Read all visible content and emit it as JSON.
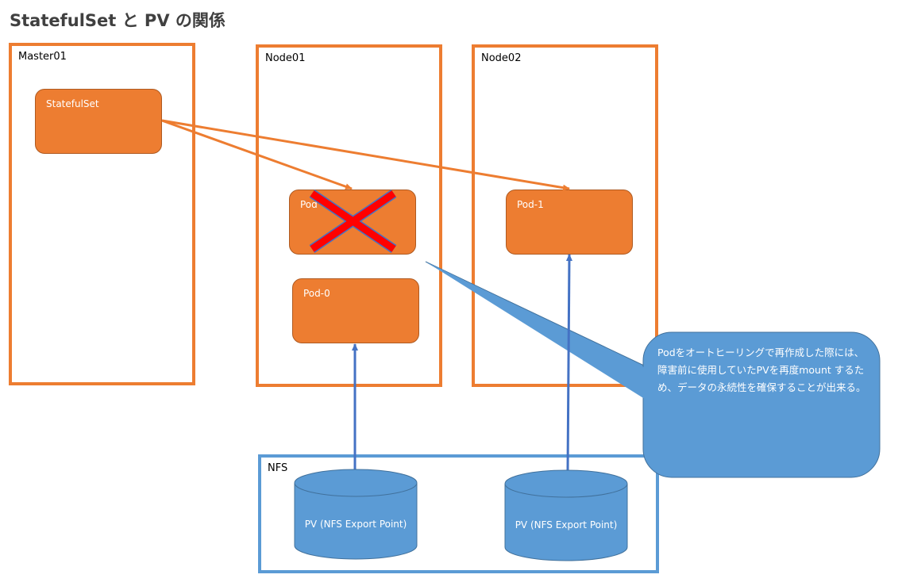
{
  "title": "StatefulSet と PV の関係",
  "containers": {
    "master01": "Master01",
    "node01": "Node01",
    "node02": "Node02",
    "nfs": "NFS"
  },
  "nodes": {
    "statefulset": "StatefulSet",
    "pod_failed": "Pod",
    "pod0": "Pod-0",
    "pod1": "Pod-1"
  },
  "volumes": [
    {
      "label": "PV (NFS Export Point)"
    },
    {
      "label": "PV (NFS Export Point)"
    }
  ],
  "callout": {
    "text": "Podをオートヒーリングで再作成した際には、障害前に使用していたPVを再度mount するため、データの永続性を確保することが出来る。"
  },
  "colors": {
    "orange": "#ed7d31",
    "blue": "#5b9bd5",
    "arrow_blue": "#4472c4",
    "cross_red": "#ff0000"
  }
}
